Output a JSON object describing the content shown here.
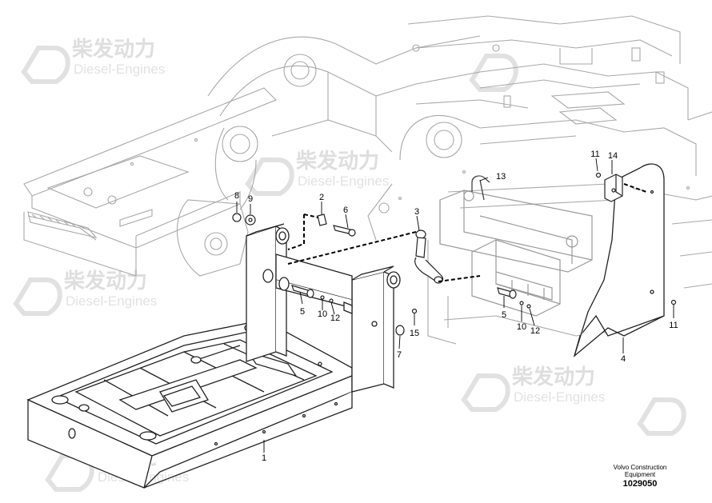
{
  "watermark": {
    "chinese": "柴发动力",
    "english": "Diesel-Engines"
  },
  "parts": {
    "p1": "1",
    "p2": "2",
    "p3": "3",
    "p4": "4",
    "p5a": "5",
    "p5b": "5",
    "p6": "6",
    "p7": "7",
    "p8": "8",
    "p9": "9",
    "p10a": "10",
    "p10b": "10",
    "p11a": "11",
    "p11b": "11",
    "p12a": "12",
    "p12b": "12",
    "p13": "13",
    "p14": "14",
    "p15": "15"
  },
  "footer": {
    "brand_line1": "Volvo Construction",
    "brand_line2": "Equipment",
    "figure_id": "1029050"
  }
}
